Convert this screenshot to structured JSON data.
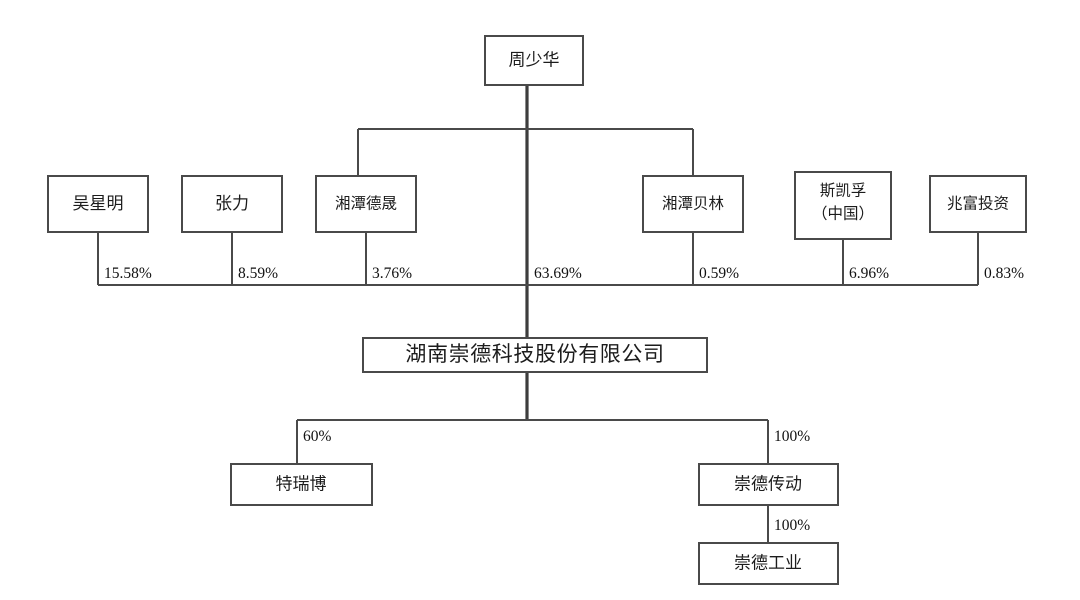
{
  "diagram": {
    "type": "ownership-structure-chart",
    "title_text": "",
    "colors": {
      "box_stroke": "#4a4a4a",
      "line": "#4a4a4a",
      "main_line": "#3d3d3d",
      "text": "#1c1c1c",
      "background": "#ffffff"
    },
    "top": {
      "controller": "周少华"
    },
    "shareholders": [
      {
        "name": "吴星明",
        "name_line2": "",
        "percent": "15.58%"
      },
      {
        "name": "张力",
        "name_line2": "",
        "percent": "8.59%"
      },
      {
        "name": "湘潭德晟",
        "name_line2": "",
        "percent": "3.76%"
      },
      {
        "name": "",
        "name_line2": "",
        "percent": "63.69%"
      },
      {
        "name": "湘潭贝林",
        "name_line2": "",
        "percent": "0.59%"
      },
      {
        "name": "斯凯孚",
        "name_line2": "（中国）",
        "percent": "6.96%"
      },
      {
        "name": "兆富投资",
        "name_line2": "",
        "percent": "0.83%"
      }
    ],
    "company": {
      "name": "湖南崇德科技股份有限公司"
    },
    "subsidiaries": [
      {
        "name": "特瑞博",
        "percent": "60%"
      },
      {
        "name": "崇德传动",
        "percent": "100%"
      }
    ],
    "grandchild": {
      "name": "崇德工业",
      "percent": "100%",
      "parent": "崇德传动"
    }
  }
}
